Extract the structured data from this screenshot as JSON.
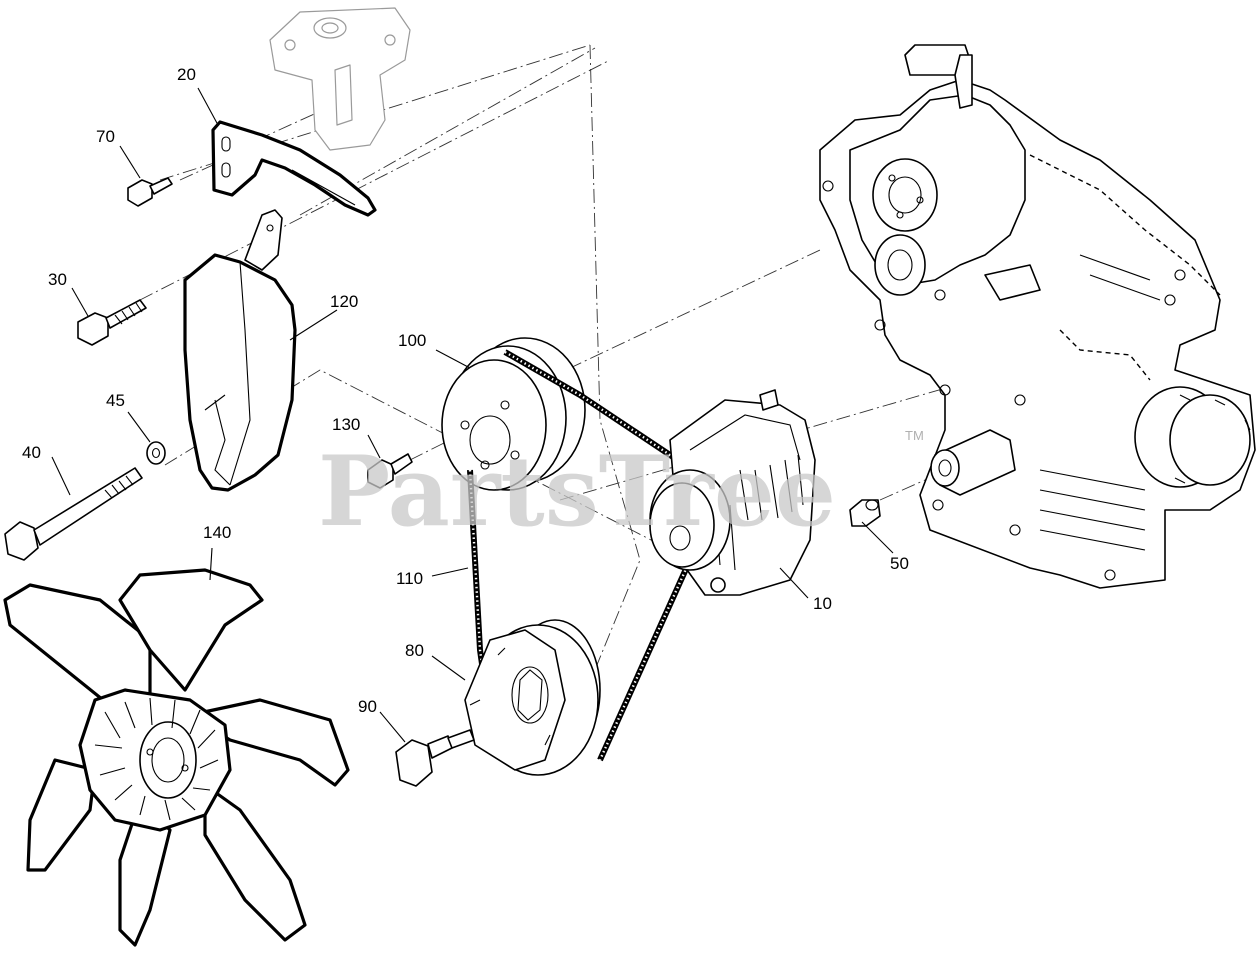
{
  "watermark": {
    "text": "PartsTree",
    "trademark": "TM"
  },
  "callouts": {
    "c10": "10",
    "c20": "20",
    "c30": "30",
    "c40": "40",
    "c45": "45",
    "c50": "50",
    "c70": "70",
    "c80": "80",
    "c90": "90",
    "c100": "100",
    "c110": "110",
    "c120": "120",
    "c130": "130",
    "c140": "140"
  },
  "colors": {
    "line": "#000000",
    "ghost": "#9a9a9a",
    "watermark": "#c8c8c8"
  }
}
